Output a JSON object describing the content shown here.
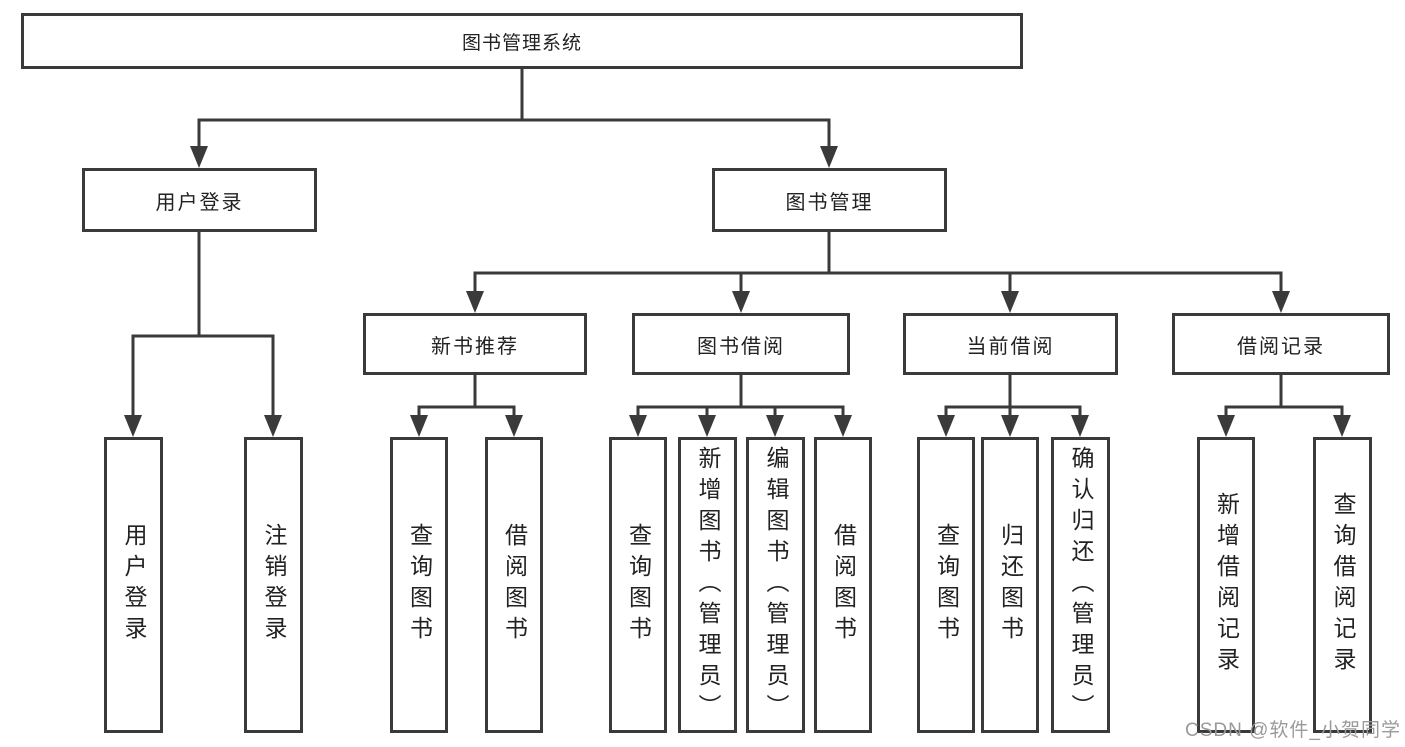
{
  "diagram": {
    "root": {
      "label": "图书管理系统"
    },
    "user_login": {
      "label": "用户登录",
      "children": [
        {
          "label": "用户登录"
        },
        {
          "label": "注销登录"
        }
      ]
    },
    "book_mgmt": {
      "label": "图书管理"
    },
    "new_book": {
      "label": "新书推荐",
      "children": [
        {
          "label": "查询图书"
        },
        {
          "label": "借阅图书"
        }
      ]
    },
    "book_borrow": {
      "label": "图书借阅",
      "children": [
        {
          "label": "查询图书"
        },
        {
          "label": "新增图书（管理员）"
        },
        {
          "label": "编辑图书（管理员）"
        },
        {
          "label": "借阅图书"
        }
      ]
    },
    "current_borrow": {
      "label": "当前借阅",
      "children": [
        {
          "label": "查询图书"
        },
        {
          "label": "归还图书"
        },
        {
          "label": "确认归还（管理员）"
        }
      ]
    },
    "borrow_records": {
      "label": "借阅记录",
      "children": [
        {
          "label": "新增借阅记录"
        },
        {
          "label": "查询借阅记录"
        }
      ]
    }
  },
  "watermark": "CSDN @软件_小贺同学",
  "colors": {
    "line": "#3a3a3a",
    "text": "#222222",
    "watermark": "#9a9a9a",
    "background": "#ffffff"
  }
}
